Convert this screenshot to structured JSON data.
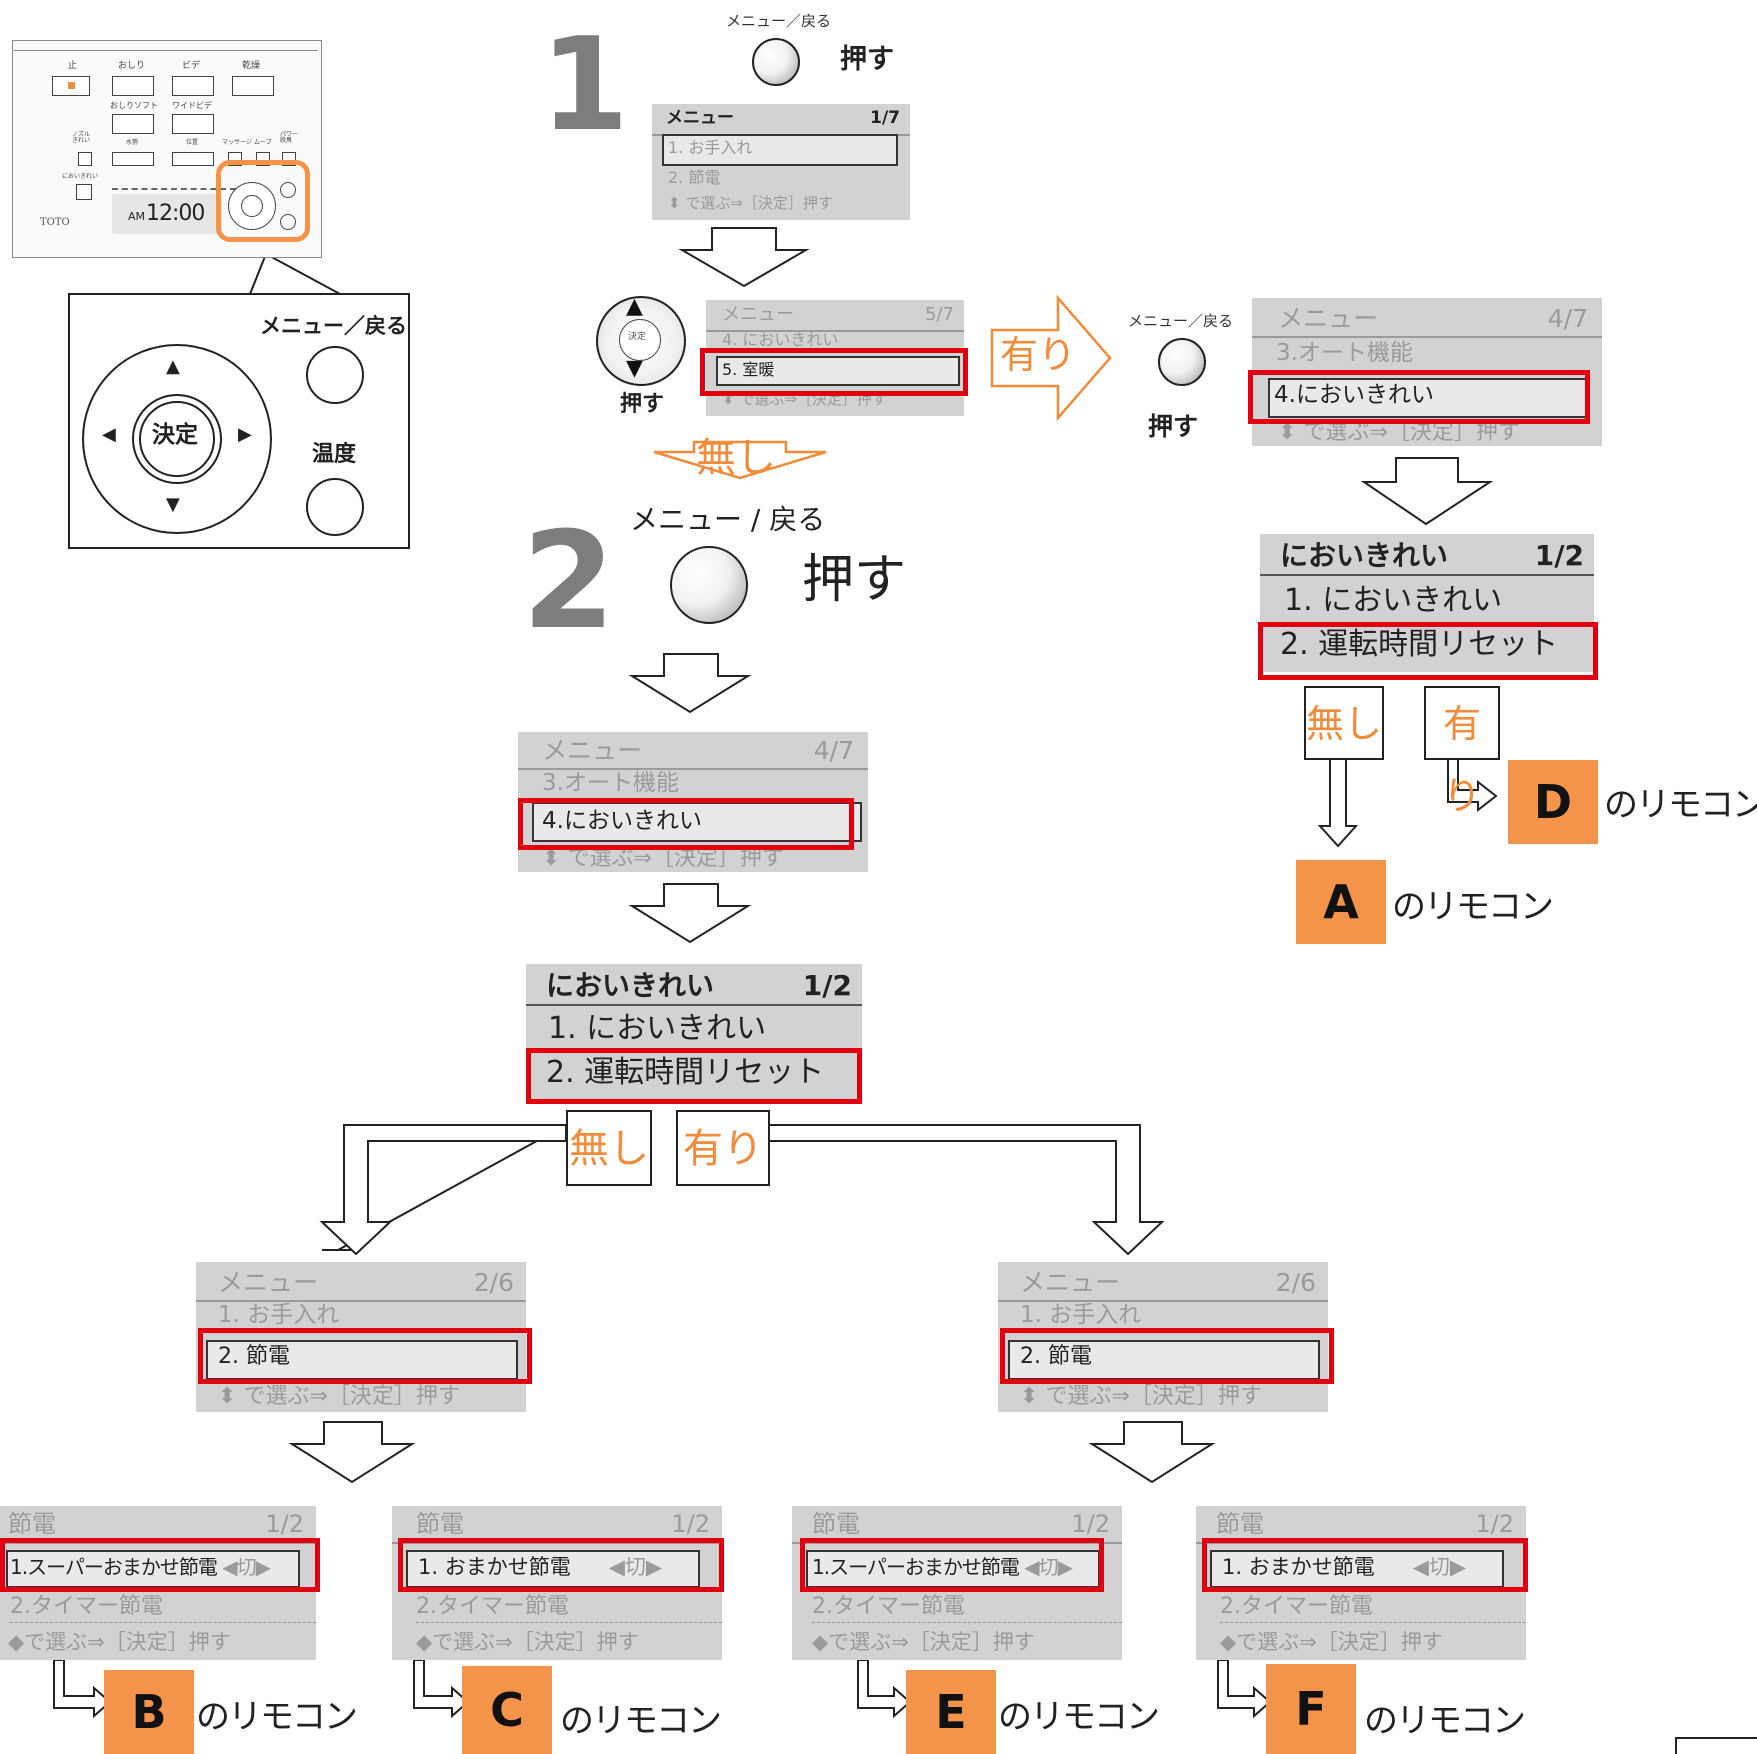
{
  "steps": {
    "one": "1",
    "two": "2"
  },
  "labels": {
    "menu_back": "メニュー／戻る",
    "menu_back2": "メニュー / 戻る",
    "press": "押す",
    "yes": "有り",
    "no": "無し",
    "suffix": "のリモコン"
  },
  "remote": {
    "buttons": [
      "止",
      "おしり",
      "ビデ",
      "乾燥",
      "おしりソフト",
      "ワイドビデ"
    ],
    "small_labels": [
      "ノズル きれい",
      "水勢",
      "位置",
      "マッサージ",
      "ムーブ",
      "パワー 脱臭",
      "においきれい",
      "メニュー/戻る",
      "温度"
    ],
    "brand": "TOTO",
    "clock_ampm": "AM",
    "clock": "12:00"
  },
  "zoom": {
    "menu_back": "メニュー／戻る",
    "enter": "決定",
    "temp": "温度"
  },
  "dpad_enter": "決定",
  "screens": {
    "s1": {
      "title": "メニュー",
      "page": "1/7",
      "item1": "1. お手入れ",
      "item2": "2. 節電",
      "hint": "で選ぶ⇒［決定］押す"
    },
    "s2": {
      "title": "メニュー",
      "page": "5/7",
      "item1": "4. においきれい",
      "item2": "5. 室暖",
      "hint": "で選ぶ⇒［決定］押す"
    },
    "s3": {
      "title": "メニュー",
      "page": "4/7",
      "item1": "3.オート機能",
      "item2": "4.においきれい",
      "hint": "で選ぶ⇒［決定］押す"
    },
    "s4": {
      "title": "においきれい",
      "page": "1/2",
      "item1": "1. においきれい",
      "item2": "2. 運転時間リセット"
    },
    "s5": {
      "title": "メニュー",
      "page": "4/7",
      "item1": "3.オート機能",
      "item2": "4.においきれい",
      "hint": "で選ぶ⇒［決定］押す"
    },
    "s6": {
      "title": "においきれい",
      "page": "1/2",
      "item1": "1. においきれい",
      "item2": "2. 運転時間リセット"
    },
    "s7": {
      "title": "メニュー",
      "page": "2/6",
      "item1": "1. お手入れ",
      "item2": "2. 節電",
      "hint": "で選ぶ⇒［決定］押す"
    },
    "s8": {
      "title": "メニュー",
      "page": "2/6",
      "item1": "1. お手入れ",
      "item2": "2. 節電",
      "hint": "で選ぶ⇒［決定］押す"
    },
    "b": {
      "title": "節電",
      "page": "1/2",
      "item1": "1.スーパーおまかせ節電",
      "value": "切",
      "item2": "2.タイマー節電",
      "hint": "で選ぶ⇒［決定］押す"
    },
    "c": {
      "title": "節電",
      "page": "1/2",
      "item1": "1. おまかせ節電",
      "value": "切",
      "item2": "2.タイマー節電",
      "hint": "で選ぶ⇒［決定］押す"
    },
    "e": {
      "title": "節電",
      "page": "1/2",
      "item1": "1.スーパーおまかせ節電",
      "value": "切",
      "item2": "2.タイマー節電",
      "hint": "で選ぶ⇒［決定］押す"
    },
    "f": {
      "title": "節電",
      "page": "1/2",
      "item1": "1. おまかせ節電",
      "value": "切",
      "item2": "2.タイマー節電",
      "hint": "で選ぶ⇒［決定］押す"
    }
  },
  "results": {
    "a": "A",
    "b": "B",
    "c": "C",
    "d": "D",
    "e": "E",
    "f": "F"
  },
  "colors": {
    "highlight": "#e00010",
    "badge": "#f4944a",
    "accent": "#f08c3c"
  }
}
